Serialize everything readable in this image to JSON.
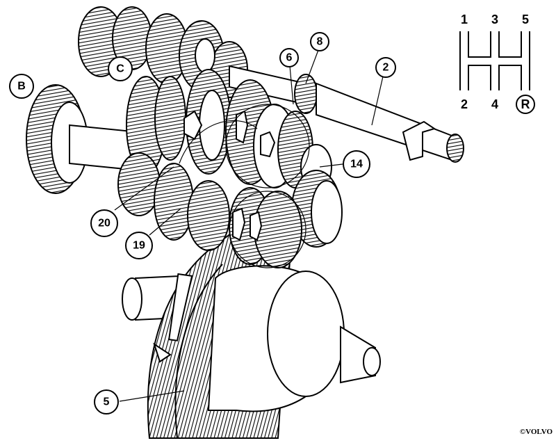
{
  "callouts": [
    {
      "id": "B",
      "label": "B"
    },
    {
      "id": "C",
      "label": "C"
    },
    {
      "id": "6",
      "label": "6"
    },
    {
      "id": "8",
      "label": "8"
    },
    {
      "id": "2",
      "label": "2"
    },
    {
      "id": "14",
      "label": "14"
    },
    {
      "id": "20",
      "label": "20"
    },
    {
      "id": "19",
      "label": "19"
    },
    {
      "id": "5",
      "label": "5"
    }
  ],
  "shift_pattern": {
    "top": [
      "1",
      "3",
      "5"
    ],
    "bottom": [
      "2",
      "4",
      "R"
    ]
  },
  "credit": "©VOLVO"
}
